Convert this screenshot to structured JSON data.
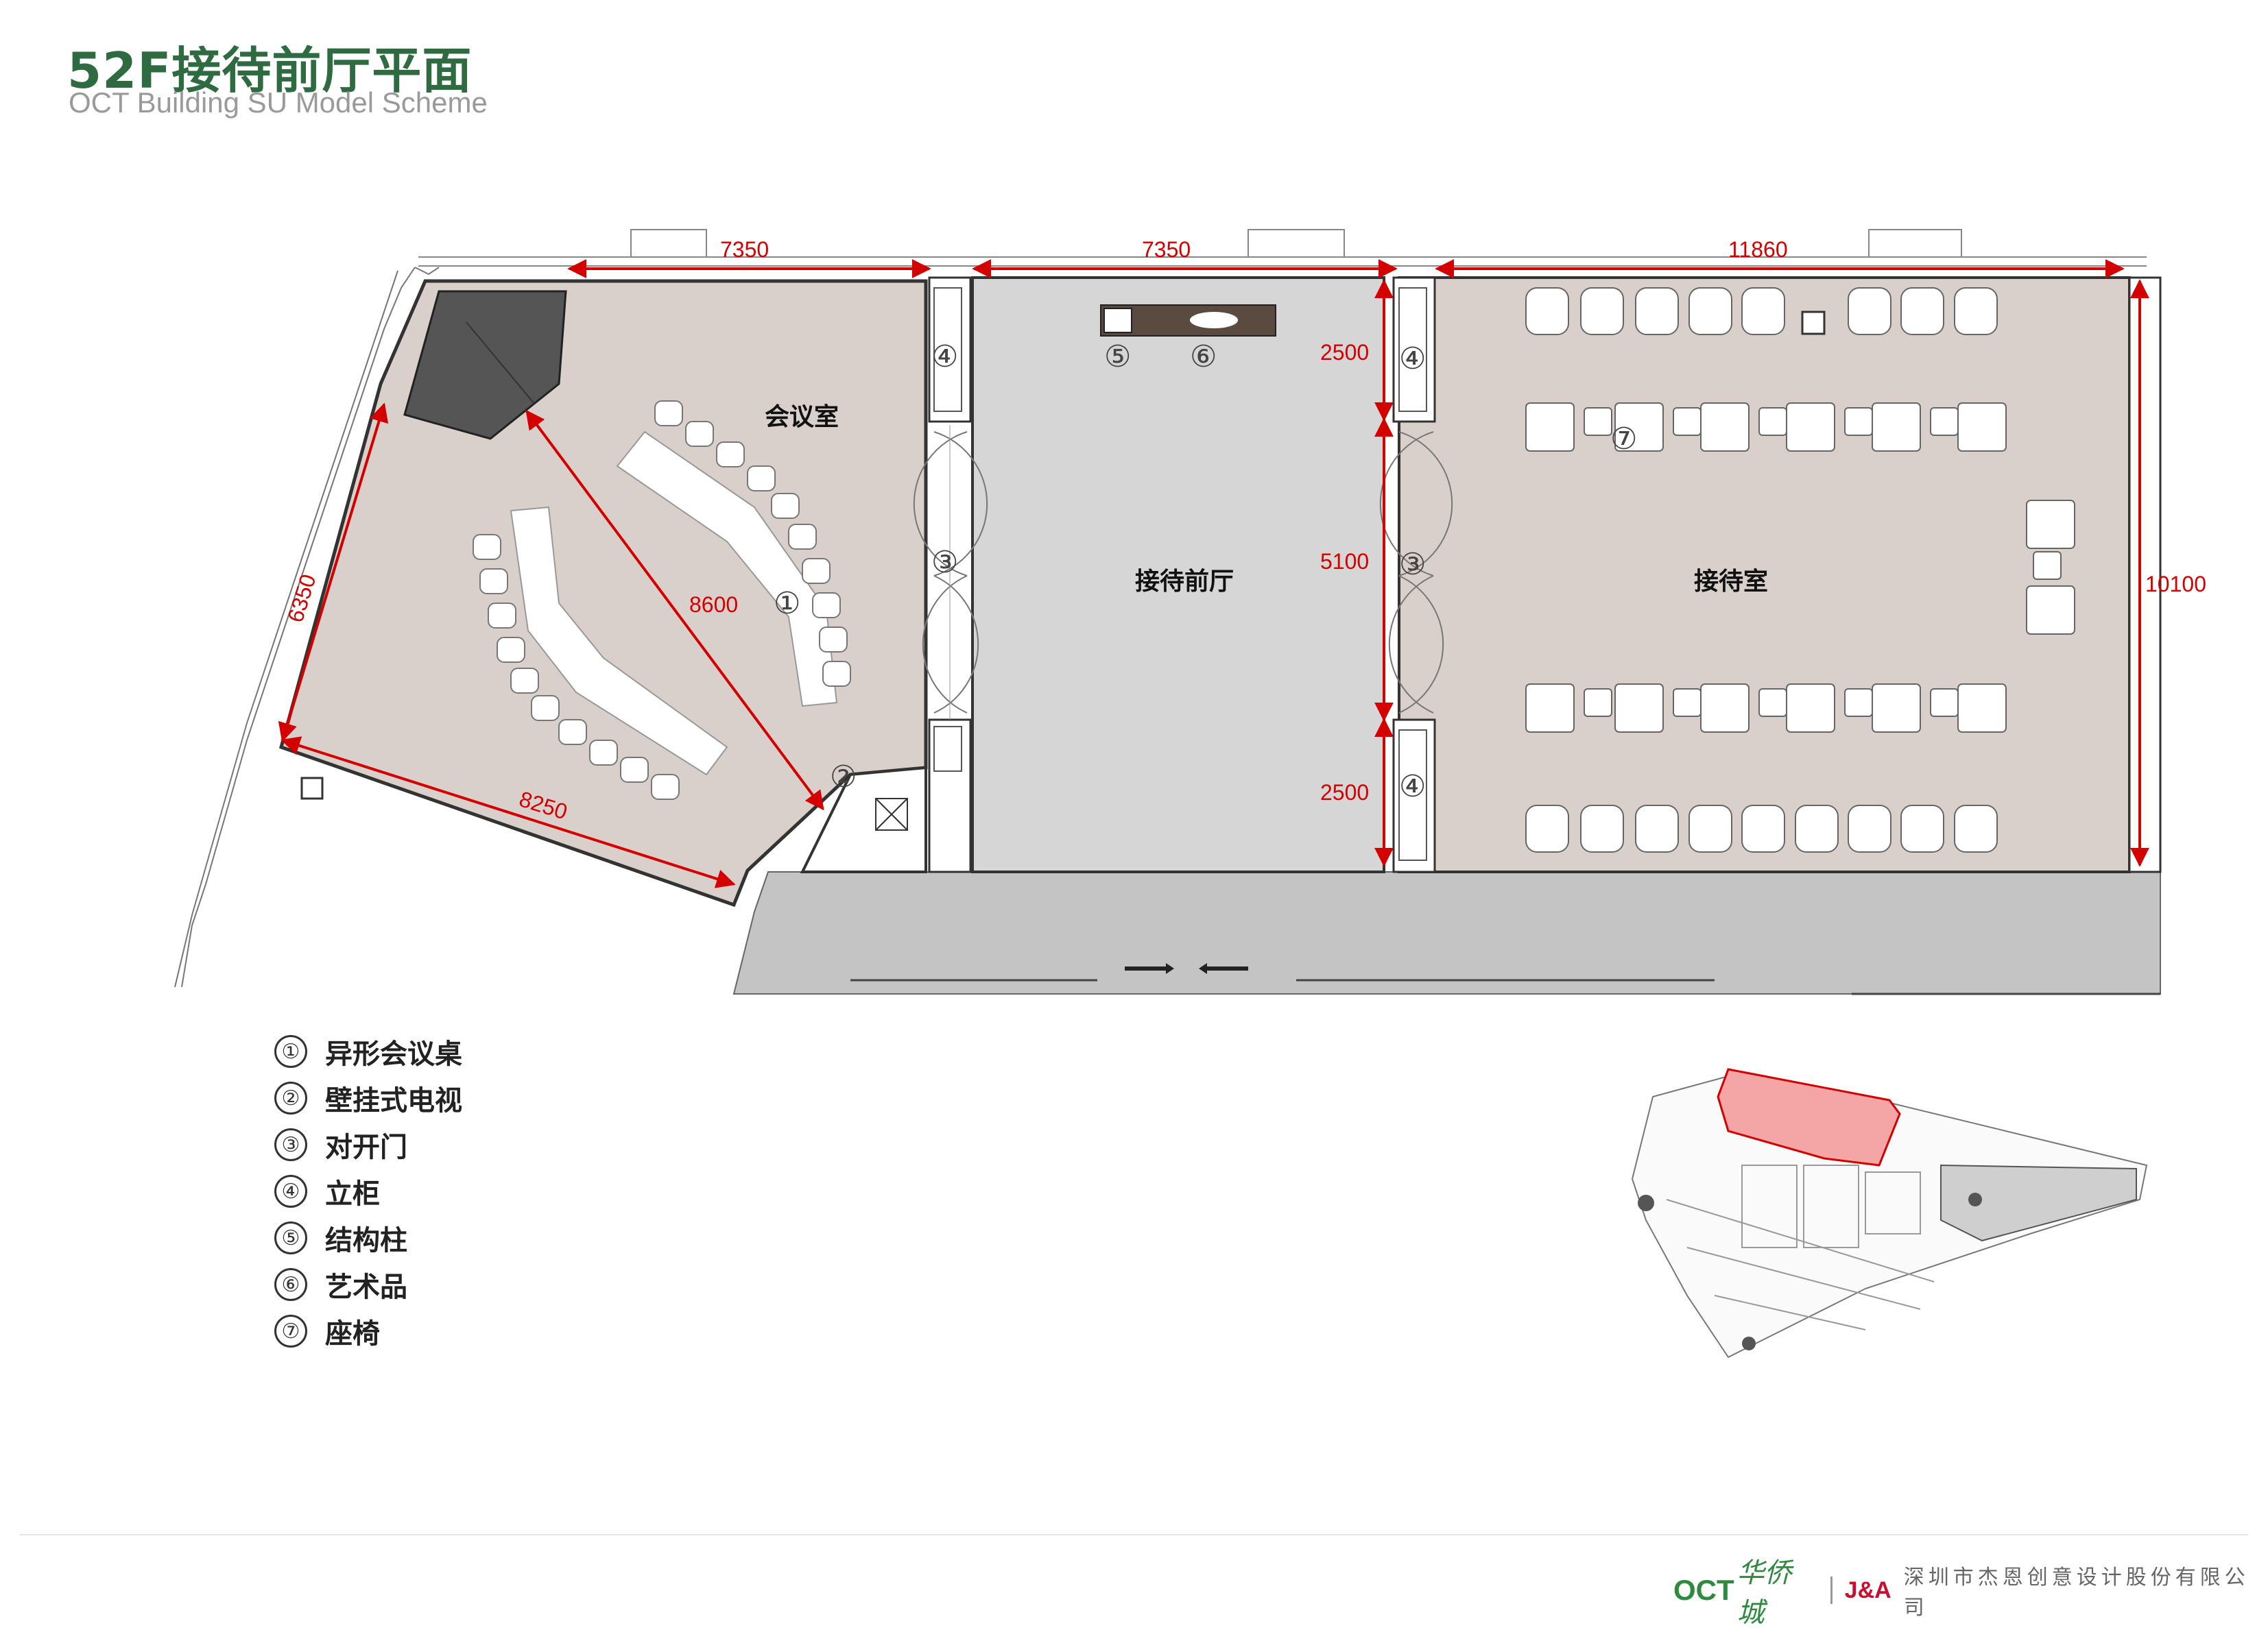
{
  "header": {
    "title": "52F接待前厅平面",
    "subtitle": "OCT Building SU Model Scheme"
  },
  "rooms": {
    "meeting_room": "会议室",
    "reception_lobby": "接待前厅",
    "reception_room": "接待室"
  },
  "dimensions": {
    "top_left": "7350",
    "top_middle": "7350",
    "top_right": "11860",
    "left_edge": "6350",
    "diagonal": "8600",
    "bottom_left": "8250",
    "mid_top": "2500",
    "mid_center": "5100",
    "mid_bottom": "2500",
    "right_edge": "10100"
  },
  "markers": {
    "m1": "①",
    "m2": "②",
    "m3": "③",
    "m4": "④",
    "m5": "⑤",
    "m6": "⑥",
    "m7": "⑦"
  },
  "legend": [
    {
      "num": "①",
      "label": "异形会议桌"
    },
    {
      "num": "②",
      "label": "壁挂式电视"
    },
    {
      "num": "③",
      "label": "对开门"
    },
    {
      "num": "④",
      "label": "立柜"
    },
    {
      "num": "⑤",
      "label": "结构柱"
    },
    {
      "num": "⑥",
      "label": "艺术品"
    },
    {
      "num": "⑦",
      "label": "座椅"
    }
  ],
  "footer": {
    "oct_logo": "OCT",
    "oct_cn": "华侨城",
    "ja_logo": "J&A",
    "company": "深圳市杰恩创意设计股份有限公司"
  },
  "colors": {
    "title_green": "#2e6b41",
    "dimension_red": "#d40000",
    "floor_taupe": "#d9d0cb",
    "lobby_grey": "#d6d6d6",
    "corridor_grey": "#c4c4c4",
    "keyplan_highlight": "#f4a6a6"
  }
}
